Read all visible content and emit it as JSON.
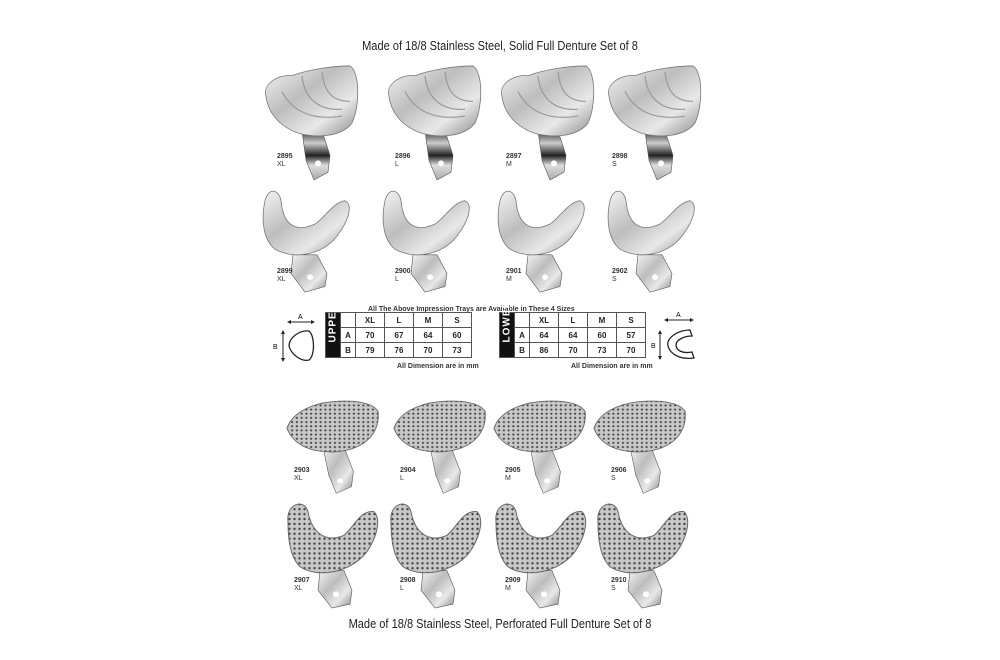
{
  "top_title": "Made of 18/8 Stainless Steel, Solid Full Denture  Set of 8",
  "bottom_title": "Made of 18/8 Stainless Steel, Perforated Full Denture  Set of 8",
  "solid_upper": [
    {
      "code": "2895",
      "size": "XL"
    },
    {
      "code": "2896",
      "size": "L"
    },
    {
      "code": "2897",
      "size": "M"
    },
    {
      "code": "2898",
      "size": "S"
    }
  ],
  "solid_lower": [
    {
      "code": "2899",
      "size": "XL"
    },
    {
      "code": "2900",
      "size": "L"
    },
    {
      "code": "2901",
      "size": "M"
    },
    {
      "code": "2902",
      "size": "S"
    }
  ],
  "perf_upper": [
    {
      "code": "2903",
      "size": "XL"
    },
    {
      "code": "2904",
      "size": "L"
    },
    {
      "code": "2905",
      "size": "M"
    },
    {
      "code": "2906",
      "size": "S"
    }
  ],
  "perf_lower": [
    {
      "code": "2907",
      "size": "XL"
    },
    {
      "code": "2908",
      "size": "L"
    },
    {
      "code": "2909",
      "size": "M"
    },
    {
      "code": "2910",
      "size": "S"
    }
  ],
  "table": {
    "caption": "All The Above Impression Trays are Available in These 4 Sizes",
    "note": "All Dimension are in mm",
    "sizes": [
      "XL",
      "L",
      "M",
      "S"
    ],
    "upper": {
      "label": "UPPER",
      "rows": [
        {
          "dim": "A",
          "values": [
            "70",
            "67",
            "64",
            "60"
          ]
        },
        {
          "dim": "B",
          "values": [
            "79",
            "76",
            "70",
            "73"
          ]
        }
      ]
    },
    "lower": {
      "label": "LOWER",
      "rows": [
        {
          "dim": "A",
          "values": [
            "64",
            "64",
            "60",
            "57"
          ]
        },
        {
          "dim": "B",
          "values": [
            "86",
            "70",
            "73",
            "70"
          ]
        }
      ]
    },
    "diagram_labels": {
      "a": "A",
      "b": "B"
    }
  }
}
